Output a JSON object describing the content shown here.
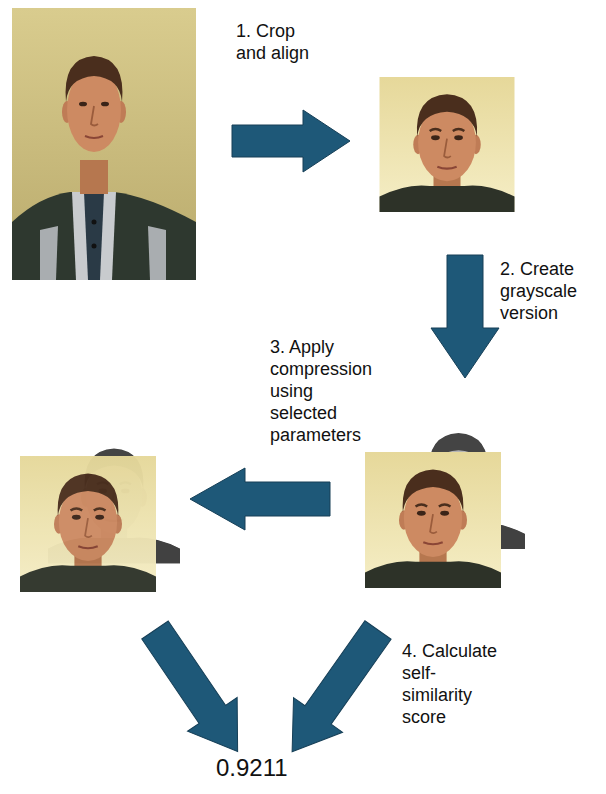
{
  "diagram": {
    "labels": [
      "1. Crop and align",
      "2. Create grayscale version",
      "3. Apply compression using selected parameters",
      "4. Calculate self-similarity score",
      "0.9211"
    ]
  }
}
